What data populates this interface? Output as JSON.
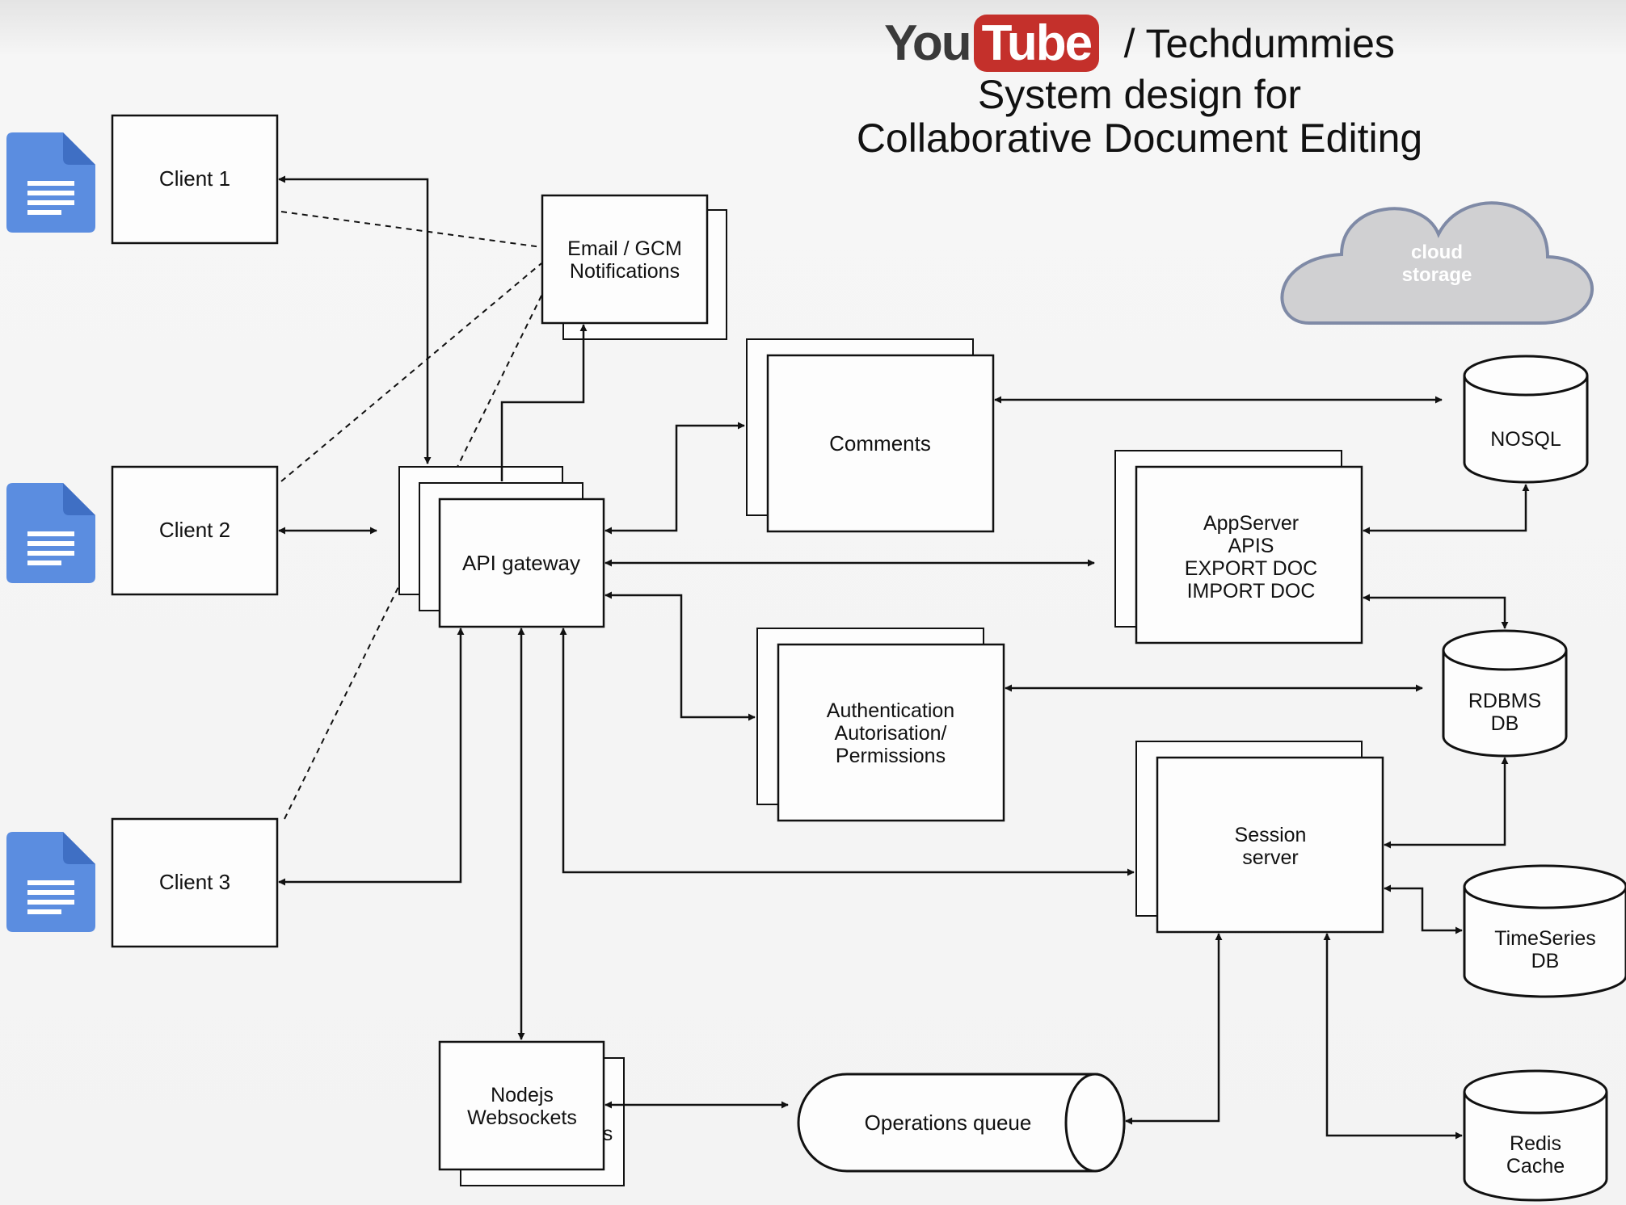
{
  "header": {
    "logo_you": "You",
    "logo_tube": "Tube",
    "channel": "/ Techdummies",
    "title_line1": "System design for",
    "title_line2": "Collaborative Document Editing"
  },
  "nodes": {
    "client1": "Client 1",
    "client2": "Client 2",
    "client3": "Client 3",
    "email": [
      "Email / GCM",
      "Notifications"
    ],
    "api_gateway": "API gateway",
    "comments": "Comments",
    "appserver": [
      "AppServer",
      "APIS",
      "EXPORT DOC",
      "IMPORT DOC"
    ],
    "auth": [
      "Authentication",
      "Autorisation/",
      "Permissions"
    ],
    "session": [
      "Session",
      "server"
    ],
    "nodejs": [
      "Nodejs",
      "Websockets"
    ],
    "nodejs_back_fragment": "s",
    "queue": "Operations queue",
    "cloud": [
      "cloud",
      "storage"
    ],
    "nosql": "NOSQL",
    "rdbms": [
      "RDBMS",
      "DB"
    ],
    "timeseries": [
      "TimeSeries",
      "DB"
    ],
    "redis": [
      "Redis",
      "Cache"
    ]
  },
  "colors": {
    "doc_icon": "#5b8de0",
    "youtube_red": "#c4302b",
    "cloud_fill": "#d0d0d2",
    "cloud_stroke": "#7f8aa6",
    "line": "#111111"
  }
}
